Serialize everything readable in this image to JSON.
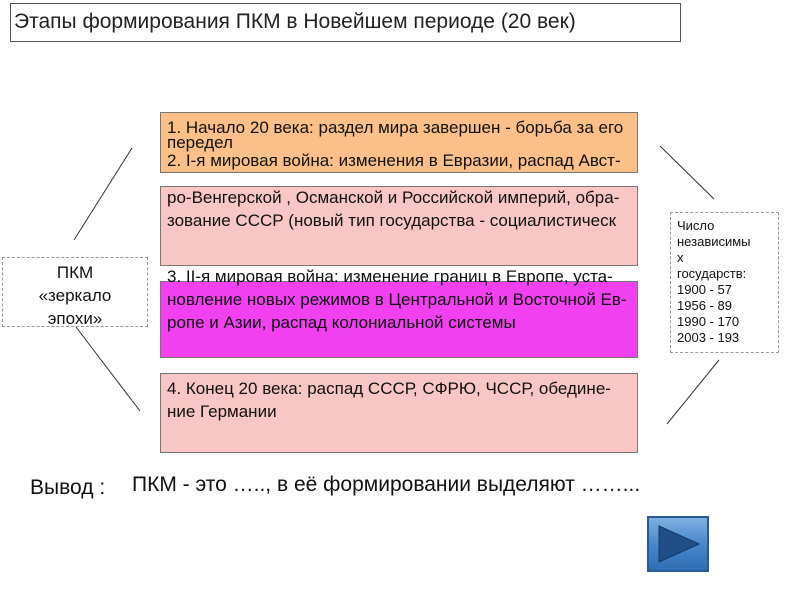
{
  "title": "Этапы формирования ПКМ в Новейшем периоде (20 век)",
  "stages": [
    {
      "lines": [
        "1. Начало 20 века: раздел мира завершен - борьба за его",
        "передел"
      ],
      "color": "#fbc087"
    },
    {
      "lines": [
        "2. I-я мировая война: изменения в Евразии, распад Авст-",
        "ро-Венгерской , Османской и Российской империй, обра-",
        "зование  СССР  (новый тип государства - социалистическ"
      ],
      "color": "#f8c6c4"
    },
    {
      "lines": [
        "3.  II-я  мировая война:  изменение границ в Европе, уста-",
        "новление новых режимов в Центральной и Восточной Ев-",
        "ропе и Азии, распад колониальной системы"
      ],
      "color": "#f040f0"
    },
    {
      "lines": [
        "4.  Конец 20 века:  распад СССР, СФРЮ, ЧССР, обедине-",
        "ние Германии"
      ],
      "color": "#f8c6c4"
    }
  ],
  "mirror_label": [
    "ПКМ",
    "«зеркало",
    "эпохи»"
  ],
  "states_info": {
    "heading": [
      "Число",
      "независимы",
      "х",
      "государств:"
    ],
    "rows": [
      "1900 - 57",
      "1956 - 89",
      "1990 - 170",
      "2003 - 193"
    ]
  },
  "conclusion": {
    "label": "Вывод :",
    "text": "ПКМ - это ….., в её формировании выделяют ……..."
  },
  "next_button": {
    "icon": "play-triangle-icon"
  }
}
